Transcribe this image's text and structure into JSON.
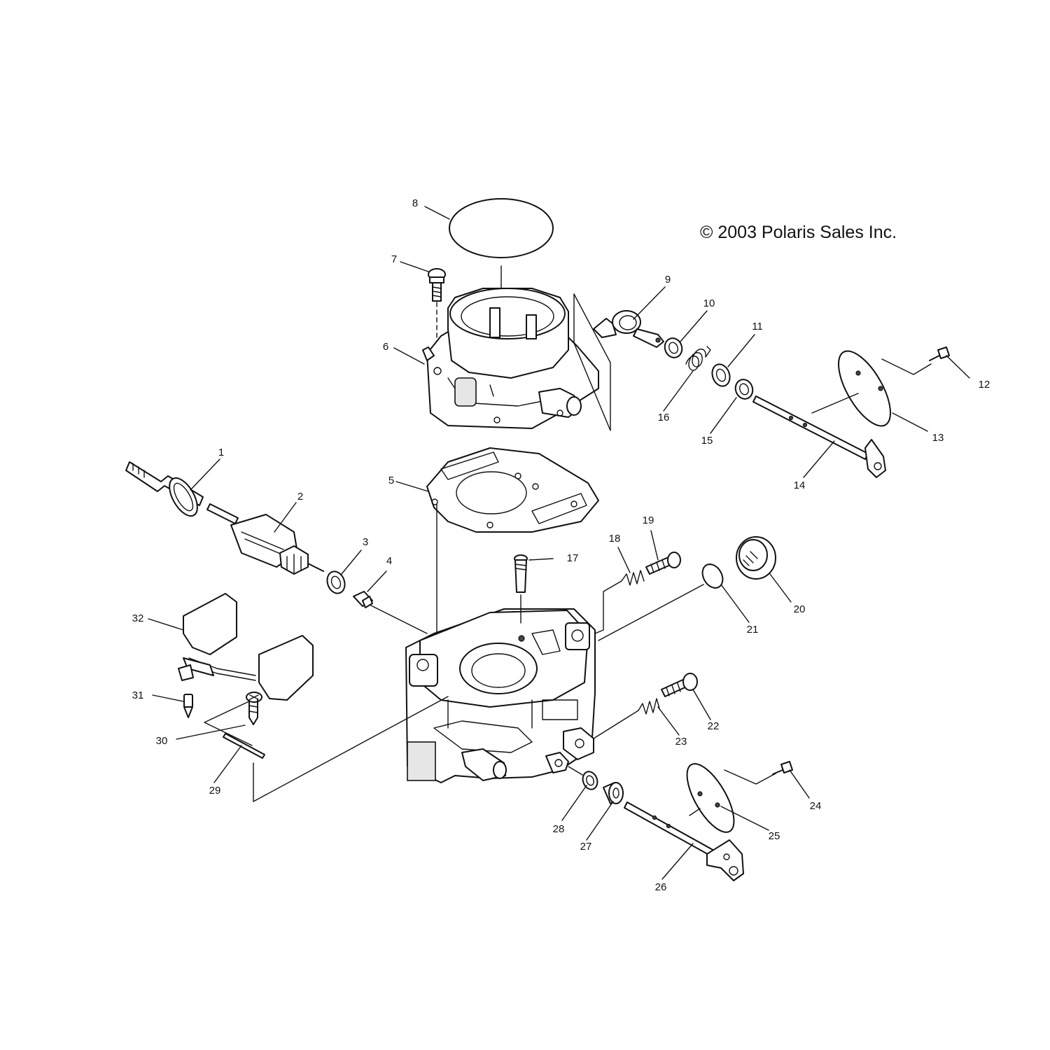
{
  "copyright": "© 2003 Polaris Sales Inc.",
  "callouts": {
    "c1": "1",
    "c2": "2",
    "c3": "3",
    "c4": "4",
    "c5": "5",
    "c6": "6",
    "c7": "7",
    "c8": "8",
    "c9": "9",
    "c10": "10",
    "c11": "11",
    "c12": "12",
    "c13": "13",
    "c14": "14",
    "c15": "15",
    "c16": "16",
    "c17": "17",
    "c18": "18",
    "c19": "19",
    "c20": "20",
    "c21": "21",
    "c22": "22",
    "c23": "23",
    "c24": "24",
    "c25": "25",
    "c26": "26",
    "c27": "27",
    "c28": "28",
    "c29": "29",
    "c30": "30",
    "c31": "31",
    "c32": "32"
  }
}
